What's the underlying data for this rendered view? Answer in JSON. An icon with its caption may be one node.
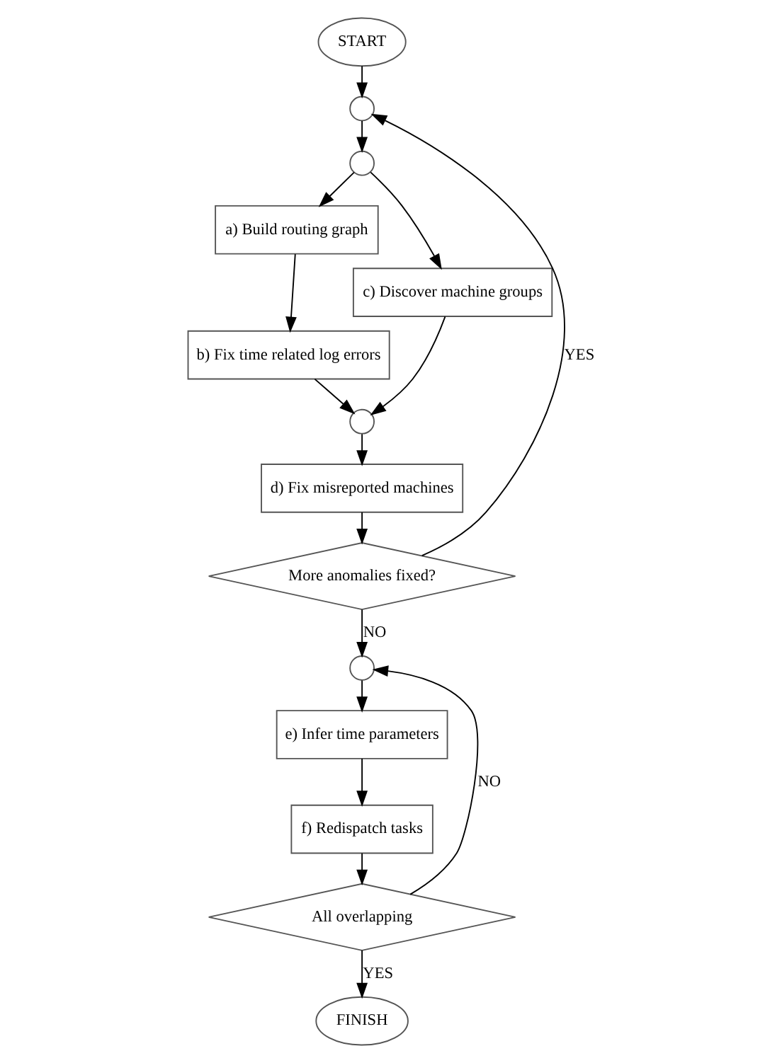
{
  "diagram": {
    "nodes": [
      {
        "text": [
          "START"
        ]
      },
      {
        "text": [],
        "shape": "circle"
      },
      {
        "text": [],
        "shape": "circle"
      },
      {
        "text": [
          "a) Build routing graph"
        ]
      },
      {
        "text": [
          "b) Fix time related log errors"
        ]
      },
      {
        "text": [
          "c) Discover machine groups"
        ]
      },
      {
        "text": [],
        "shape": "circle"
      },
      {
        "text": [
          "d) Fix misreported machines"
        ]
      },
      {
        "text": [
          "More anomalies fixed?"
        ]
      },
      {
        "text": [],
        "shape": "circle"
      },
      {
        "text": [
          "e) Infer time parameters"
        ]
      },
      {
        "text": [
          "f) Redispatch tasks"
        ]
      },
      {
        "text": [
          "All overlapping"
        ]
      },
      {
        "text": [
          "FINISH"
        ]
      }
    ],
    "edges": [
      {
        "from": 0,
        "to": 1,
        "arrow": "to"
      },
      {
        "from": 1,
        "to": 2,
        "arrow": "to"
      },
      {
        "from": 2,
        "to": 3,
        "arrow": "to"
      },
      {
        "from": 2,
        "to": 5,
        "arrow": "to"
      },
      {
        "from": 3,
        "to": 4,
        "arrow": "to"
      },
      {
        "from": 4,
        "to": 6,
        "arrow": "to"
      },
      {
        "from": 5,
        "to": 6,
        "arrow": "to"
      },
      {
        "from": 6,
        "to": 7,
        "arrow": "to"
      },
      {
        "from": 7,
        "to": 8,
        "arrow": "to"
      },
      {
        "from": 8,
        "to": 1,
        "arrow": "to",
        "label": "YES"
      },
      {
        "from": 8,
        "to": 9,
        "arrow": "to",
        "label": "NO"
      },
      {
        "from": 9,
        "to": 10,
        "arrow": "to"
      },
      {
        "from": 10,
        "to": 11,
        "arrow": "to"
      },
      {
        "from": 11,
        "to": 12,
        "arrow": "to"
      },
      {
        "from": 12,
        "to": 9,
        "arrow": "to",
        "label": "NO"
      },
      {
        "from": 12,
        "to": 13,
        "arrow": "to",
        "label": "YES"
      }
    ]
  }
}
